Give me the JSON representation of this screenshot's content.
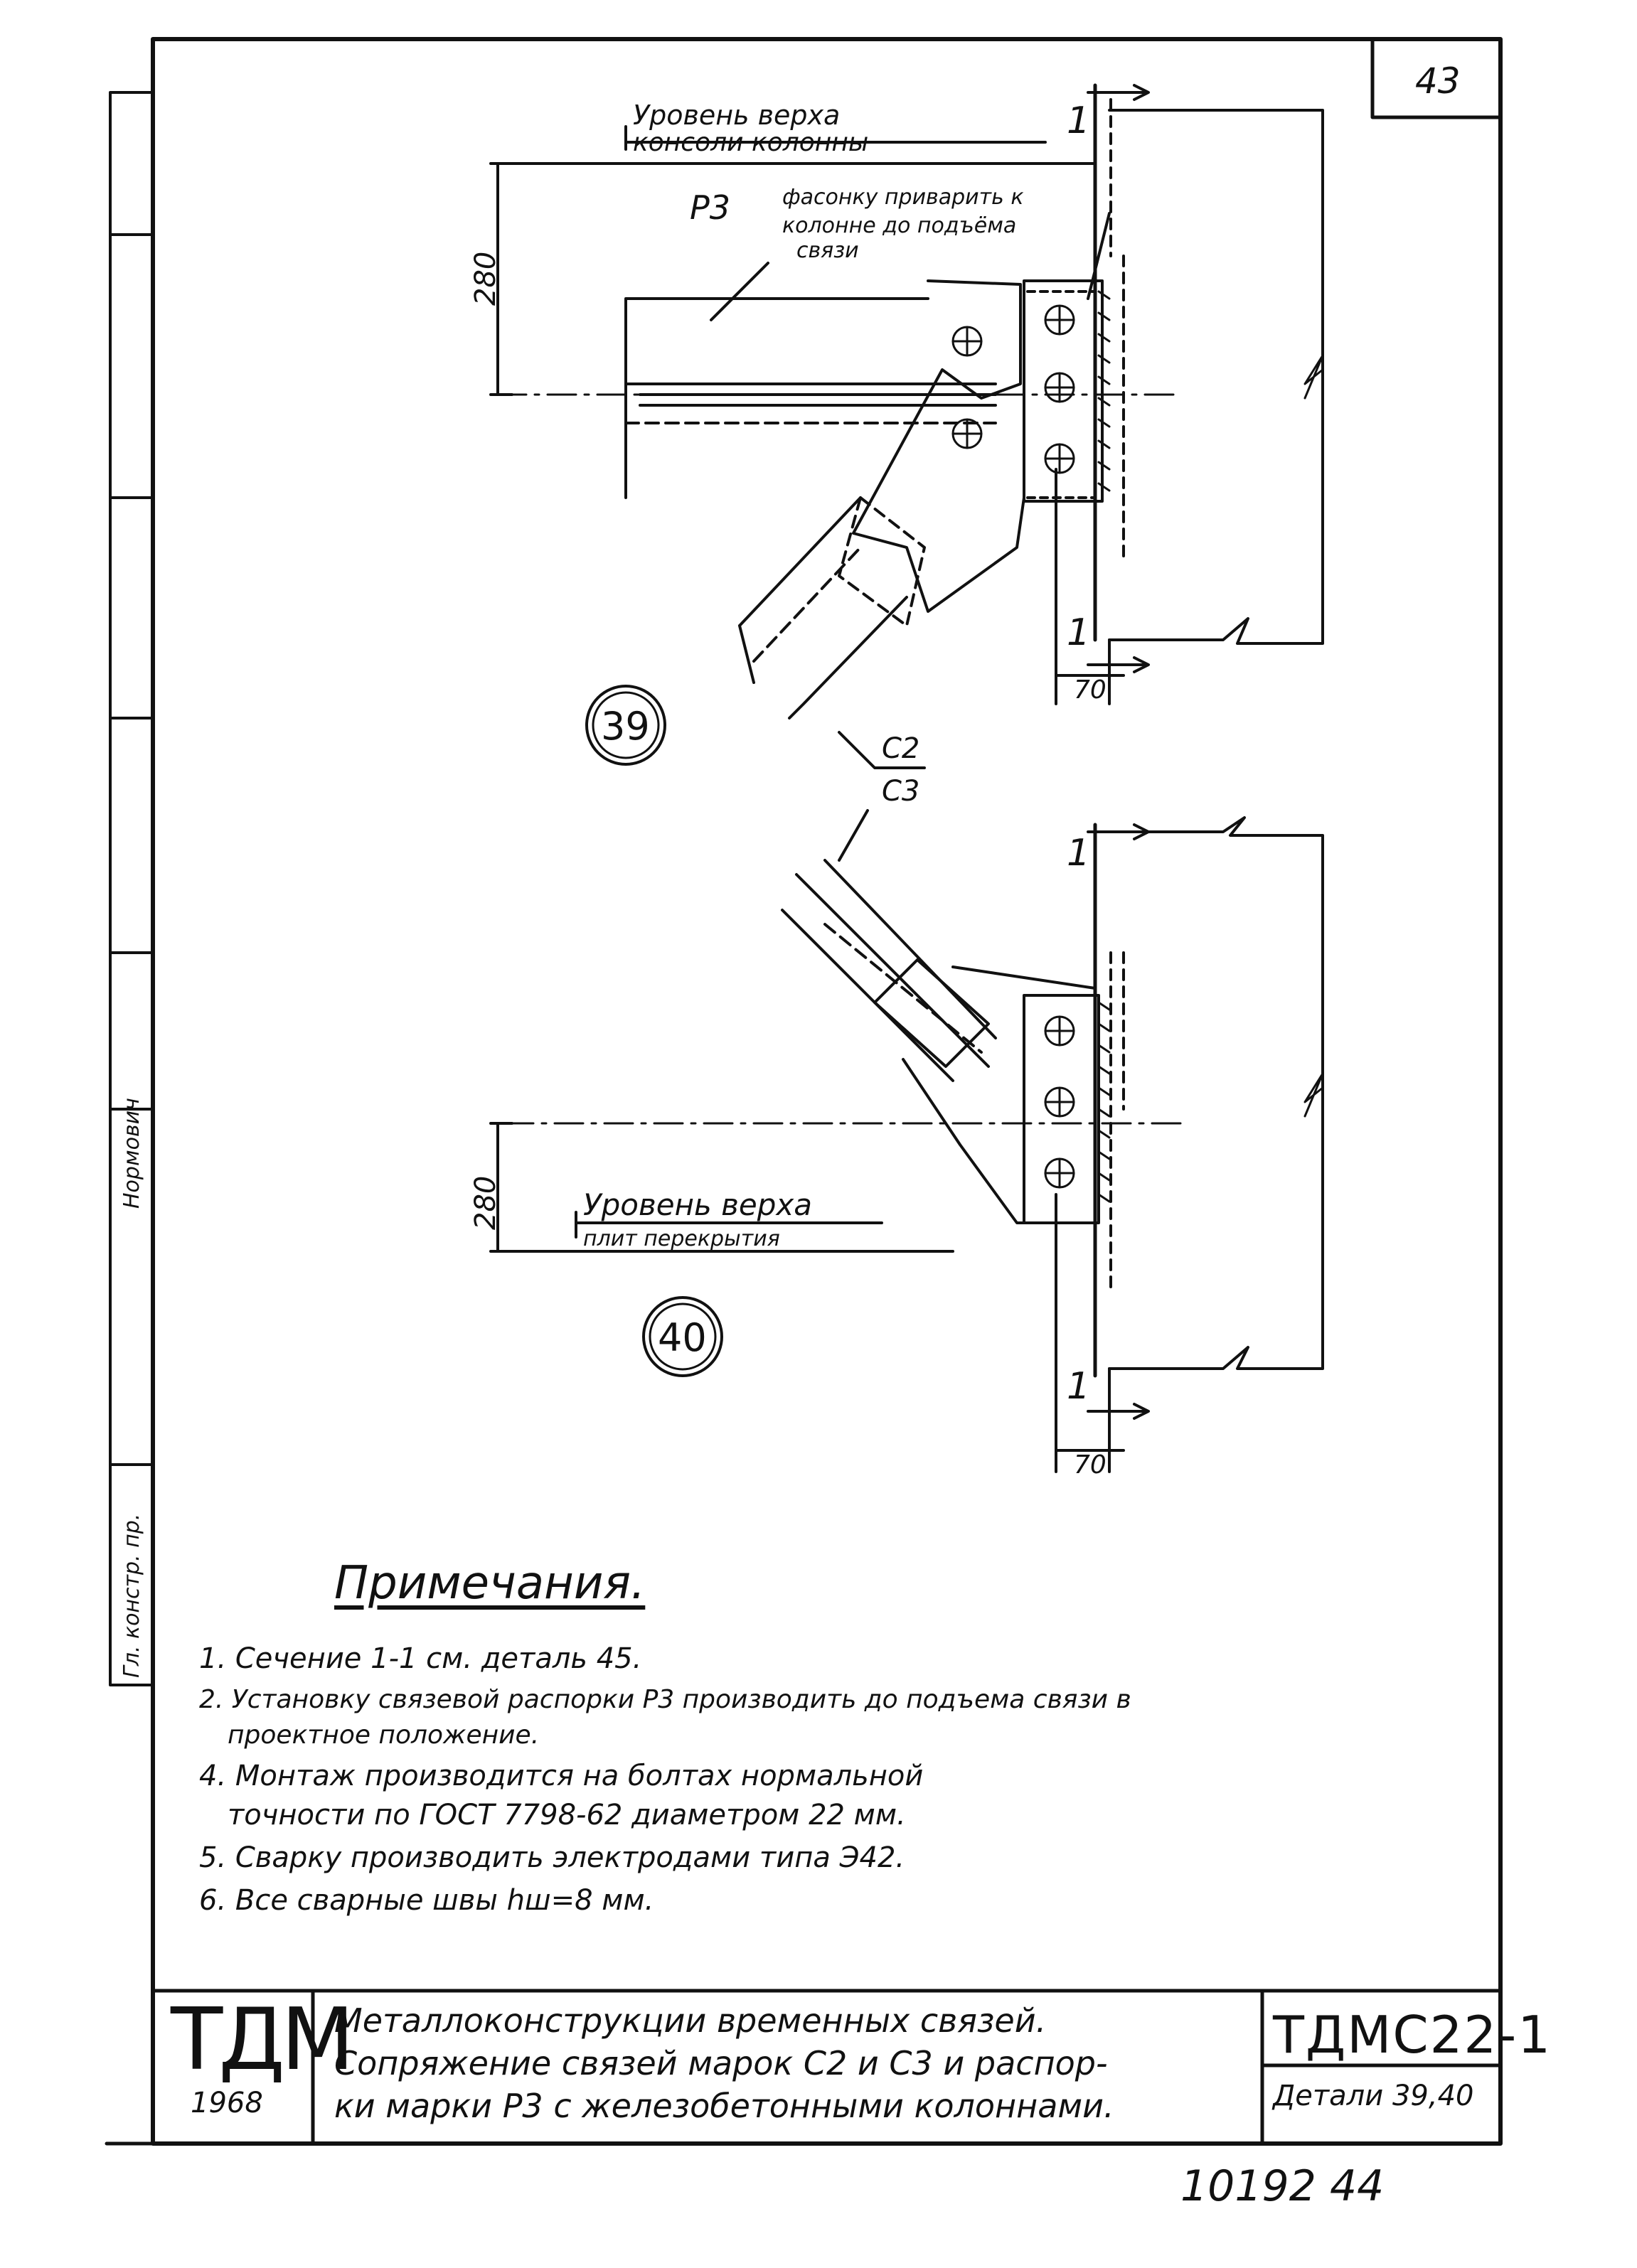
{
  "sheet_number": "43",
  "detail_39": {
    "label": "39",
    "level_label_line1": "Уровень верха",
    "level_label_line2": "консоли колонны",
    "brace_mark": "Р3",
    "weld_note_line1": "фасонку приварить к",
    "weld_note_line2": "колонне до подъёма",
    "weld_note_line3": "связи",
    "dim_height": "280",
    "dim_width": "70",
    "section_mark": "1"
  },
  "link_marks": {
    "upper": "С2",
    "lower": "С3"
  },
  "detail_40": {
    "label": "40",
    "level_label_line1": "Уровень верха",
    "level_label_line2": "плит перекрытия",
    "dim_height": "280",
    "dim_width": "70",
    "section_mark": "1"
  },
  "side_stamps": {
    "s1": "Гл. констр. пр.",
    "s2": "Нормович"
  },
  "notes": {
    "title": "Примечания.",
    "items": [
      "1. Сечение 1-1 см. деталь 45.",
      "2. Установку связевой распорки Р3 производить до подъема связи в",
      "проектное положение.",
      "4. Монтаж производится на болтах нормальной",
      "точности по ГОСТ 7798-62 диаметром 22 мм.",
      "5. Сварку производить электродами типа Э42.",
      "6. Все сварные швы hш=8 мм."
    ]
  },
  "title_block": {
    "logo": "ТДМ",
    "year": "1968",
    "title_line1": "Металлоконструкции временных связей.",
    "title_line2": "Сопряжение связей марок С2 и С3 и распор-",
    "title_line3": "ки марки Р3 с железобетонными колоннами.",
    "code": "ТДМС22-1",
    "sheet_label": "Детали 39,40"
  },
  "footer_stamp": "10192 44"
}
